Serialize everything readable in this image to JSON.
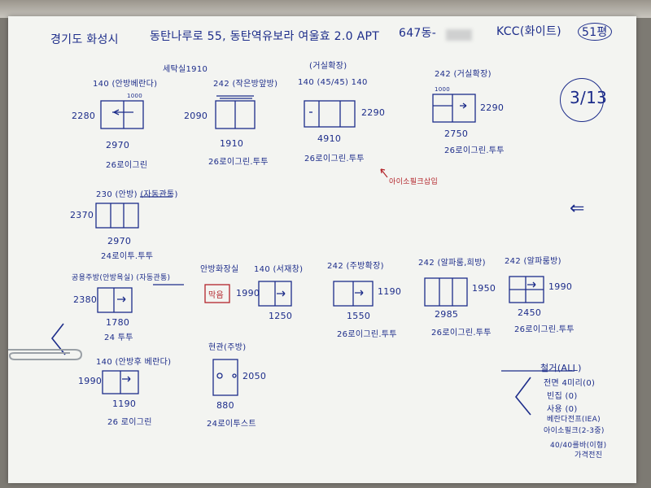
{
  "header": {
    "region": "경기도 화성시",
    "address": "동탄나루로 55, 동탄역유보라 여울효 2.0 APT",
    "unit": "647동-",
    "spec": "KCC(화이트)",
    "size": "51평"
  },
  "count_label": "3/13",
  "arrow_glyph": "⇐",
  "windows": [
    {
      "top": "140 (안방베란다)",
      "side": "2280",
      "bottom": "2970",
      "note": "26로이그린",
      "extra": "1000"
    },
    {
      "top": "242 (작은방앞방)",
      "side": "2090",
      "bottom": "1910",
      "note": "26로이그린.투투",
      "extra": "세탁실1910"
    },
    {
      "top": "140 (45/45) 140",
      "side": "2290",
      "bottom": "4910",
      "note": "26로이그린.투투",
      "extra": "(거실확장)"
    },
    {
      "top": "242 (거실확장)",
      "side": "2290",
      "bottom": "2750",
      "note": "26로이그린.투투",
      "extra": "1000"
    },
    {
      "top": "230 (안방) (자동관통)",
      "side": "2370",
      "bottom": "2970",
      "note": "24로이투.투투"
    },
    {
      "top": "공용주방(안방욕실) (자동관통)",
      "side": "2380",
      "bottom": "1780",
      "note": "24 투투"
    },
    {
      "top": "안방화장실",
      "side": "",
      "bottom": "",
      "note": "",
      "extra": "막음"
    },
    {
      "top": "140 (서재창)",
      "side": "1990",
      "bottom": "1250",
      "note": ""
    },
    {
      "top": "242 (주방확장)",
      "side": "1190",
      "bottom": "1550",
      "note": "26로이그린.투투"
    },
    {
      "top": "242 (알파룸,희방)",
      "side": "1950",
      "bottom": "2985",
      "note": "26로이그린.투투"
    },
    {
      "top": "242 (알파룸방)",
      "side": "1990",
      "bottom": "2450",
      "note": "26로이그린.투투"
    },
    {
      "top": "140 (안방후 베란다)",
      "side": "1990",
      "bottom": "1190",
      "note": "26 로이그린"
    },
    {
      "top": "현관(주방)",
      "side": "2050",
      "bottom": "880",
      "note": "24로이투스트"
    }
  ],
  "annotation": "아이소필크삽입",
  "checklist": {
    "title": "철거(ALL)",
    "items": [
      "전면 4미리(0)",
      "빈집 (0)",
      "사용 (0)",
      "베란다전프(IEA)",
      "아이소필크(2-3중)",
      "40/40를바(이형)",
      "가격전진"
    ]
  }
}
